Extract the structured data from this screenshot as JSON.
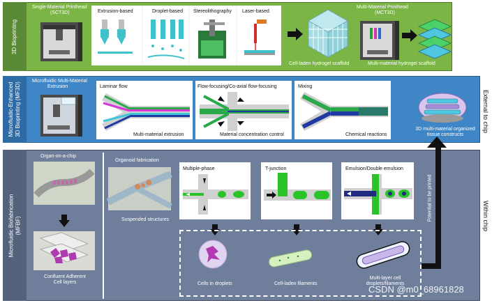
{
  "band1": {
    "side_label": "3D Bioprinting",
    "sct3d_title_line1": "Single-Material Printhead",
    "sct3d_title_line2": "(SCT3D)",
    "extrusion": "Extrusion-based",
    "droplet": "Droplet-based",
    "stereolithography": "Stereolithography",
    "laser": "Laser-based",
    "scaffold_caption": "Cell-laden hydrogel scaffold",
    "mct3d_title_line1": "Multi-Material Printhead",
    "mct3d_title_line2": "(MCT3D)",
    "mct3d_caption": "Multi-material hydrogel scaffold"
  },
  "band2": {
    "side_label_line1": "Microfluidic-Enhanced",
    "side_label_line2": "3D Bioprinting (MF3D)",
    "mf_title_line1": "Microfluidic Multi-Material",
    "mf_title_line2": "Extrusion",
    "laminar_title": "Laminar flow",
    "laminar_caption": "Multi-material extrusion",
    "focusing_title": "Flow-focusing/Co-axial flow-focusing",
    "focusing_caption": "Material concentration control",
    "mixing_title": "Mixing",
    "mixing_caption": "Chemical reactions",
    "construct_caption_line1": "3D multi-material organized",
    "construct_caption_line2": "tissue constructs"
  },
  "band3": {
    "side_label_line1": "Microfluidic Biofabrication",
    "side_label_line2": "(MFBF)",
    "organ_title": "Organ-on-a-chip",
    "organ_caption_line1": "Confluent Adherent",
    "organ_caption_line2": "Cell layers",
    "organoid_title": "Organoid fabrication",
    "organoid_caption": "Suspended structures",
    "multiphase_title": "Multiple-phase",
    "tjunction_title": "T-junction",
    "emulsion_title": "Emulsion/Double emulsion",
    "droplets_caption": "Cells in droplets",
    "filaments_caption": "Cell-laden filaments",
    "multilayer_caption_line1": "Multi-layer cell",
    "multilayer_caption_line2": "droplets/filaments",
    "potential_label": "Potential to be printed"
  },
  "right": {
    "external": "External to chip",
    "within": "Within chip"
  },
  "watermark": "CSDN @m0_68961828",
  "colors": {
    "green_band": "#7bb546",
    "blue_band": "#3f86c6",
    "slate_band": "#6f7f9b",
    "side_green": "#5a8a36",
    "side_blue": "#2e6aa3",
    "side_slate": "#55627c"
  }
}
